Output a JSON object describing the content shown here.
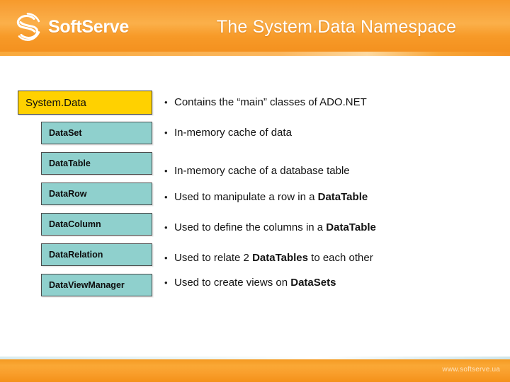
{
  "header": {
    "logo_text": "SoftServe",
    "logo_icon": "softserve-s-logo",
    "title": "The System.Data Namespace",
    "brand_orange": "#f79a2b",
    "title_color": "#ffffff"
  },
  "diagram": {
    "root": {
      "label": "System.Data",
      "fill": "#ffd100",
      "border": "#3f3f3f"
    },
    "children": [
      {
        "label": "DataSet",
        "fill": "#8fd0cd"
      },
      {
        "label": "DataTable",
        "fill": "#8fd0cd"
      },
      {
        "label": "DataRow",
        "fill": "#8fd0cd"
      },
      {
        "label": "DataColumn",
        "fill": "#8fd0cd"
      },
      {
        "label": "DataRelation",
        "fill": "#8fd0cd"
      },
      {
        "label": "DataViewManager",
        "fill": "#8fd0cd"
      }
    ]
  },
  "descriptions": [
    {
      "bullet": "•",
      "html": "Contains the “main” classes of ADO.NET"
    },
    {
      "bullet": "•",
      "html": "In-memory cache of data"
    },
    {
      "bullet": "•",
      "html": "In-memory cache of a database table"
    },
    {
      "bullet": "•",
      "html": "Used to manipulate a row in a <b>DataTable</b>"
    },
    {
      "bullet": "•",
      "html": "Used to define the columns in a <b>DataTable</b>"
    },
    {
      "bullet": "•",
      "html": "Used to relate 2 <b>DataTables</b> to each other"
    },
    {
      "bullet": "•",
      "html": "Used to create views on <b>DataSets</b>"
    }
  ],
  "footer": {
    "url": "www.softserve.ua",
    "url_color": "#fde7c8"
  }
}
